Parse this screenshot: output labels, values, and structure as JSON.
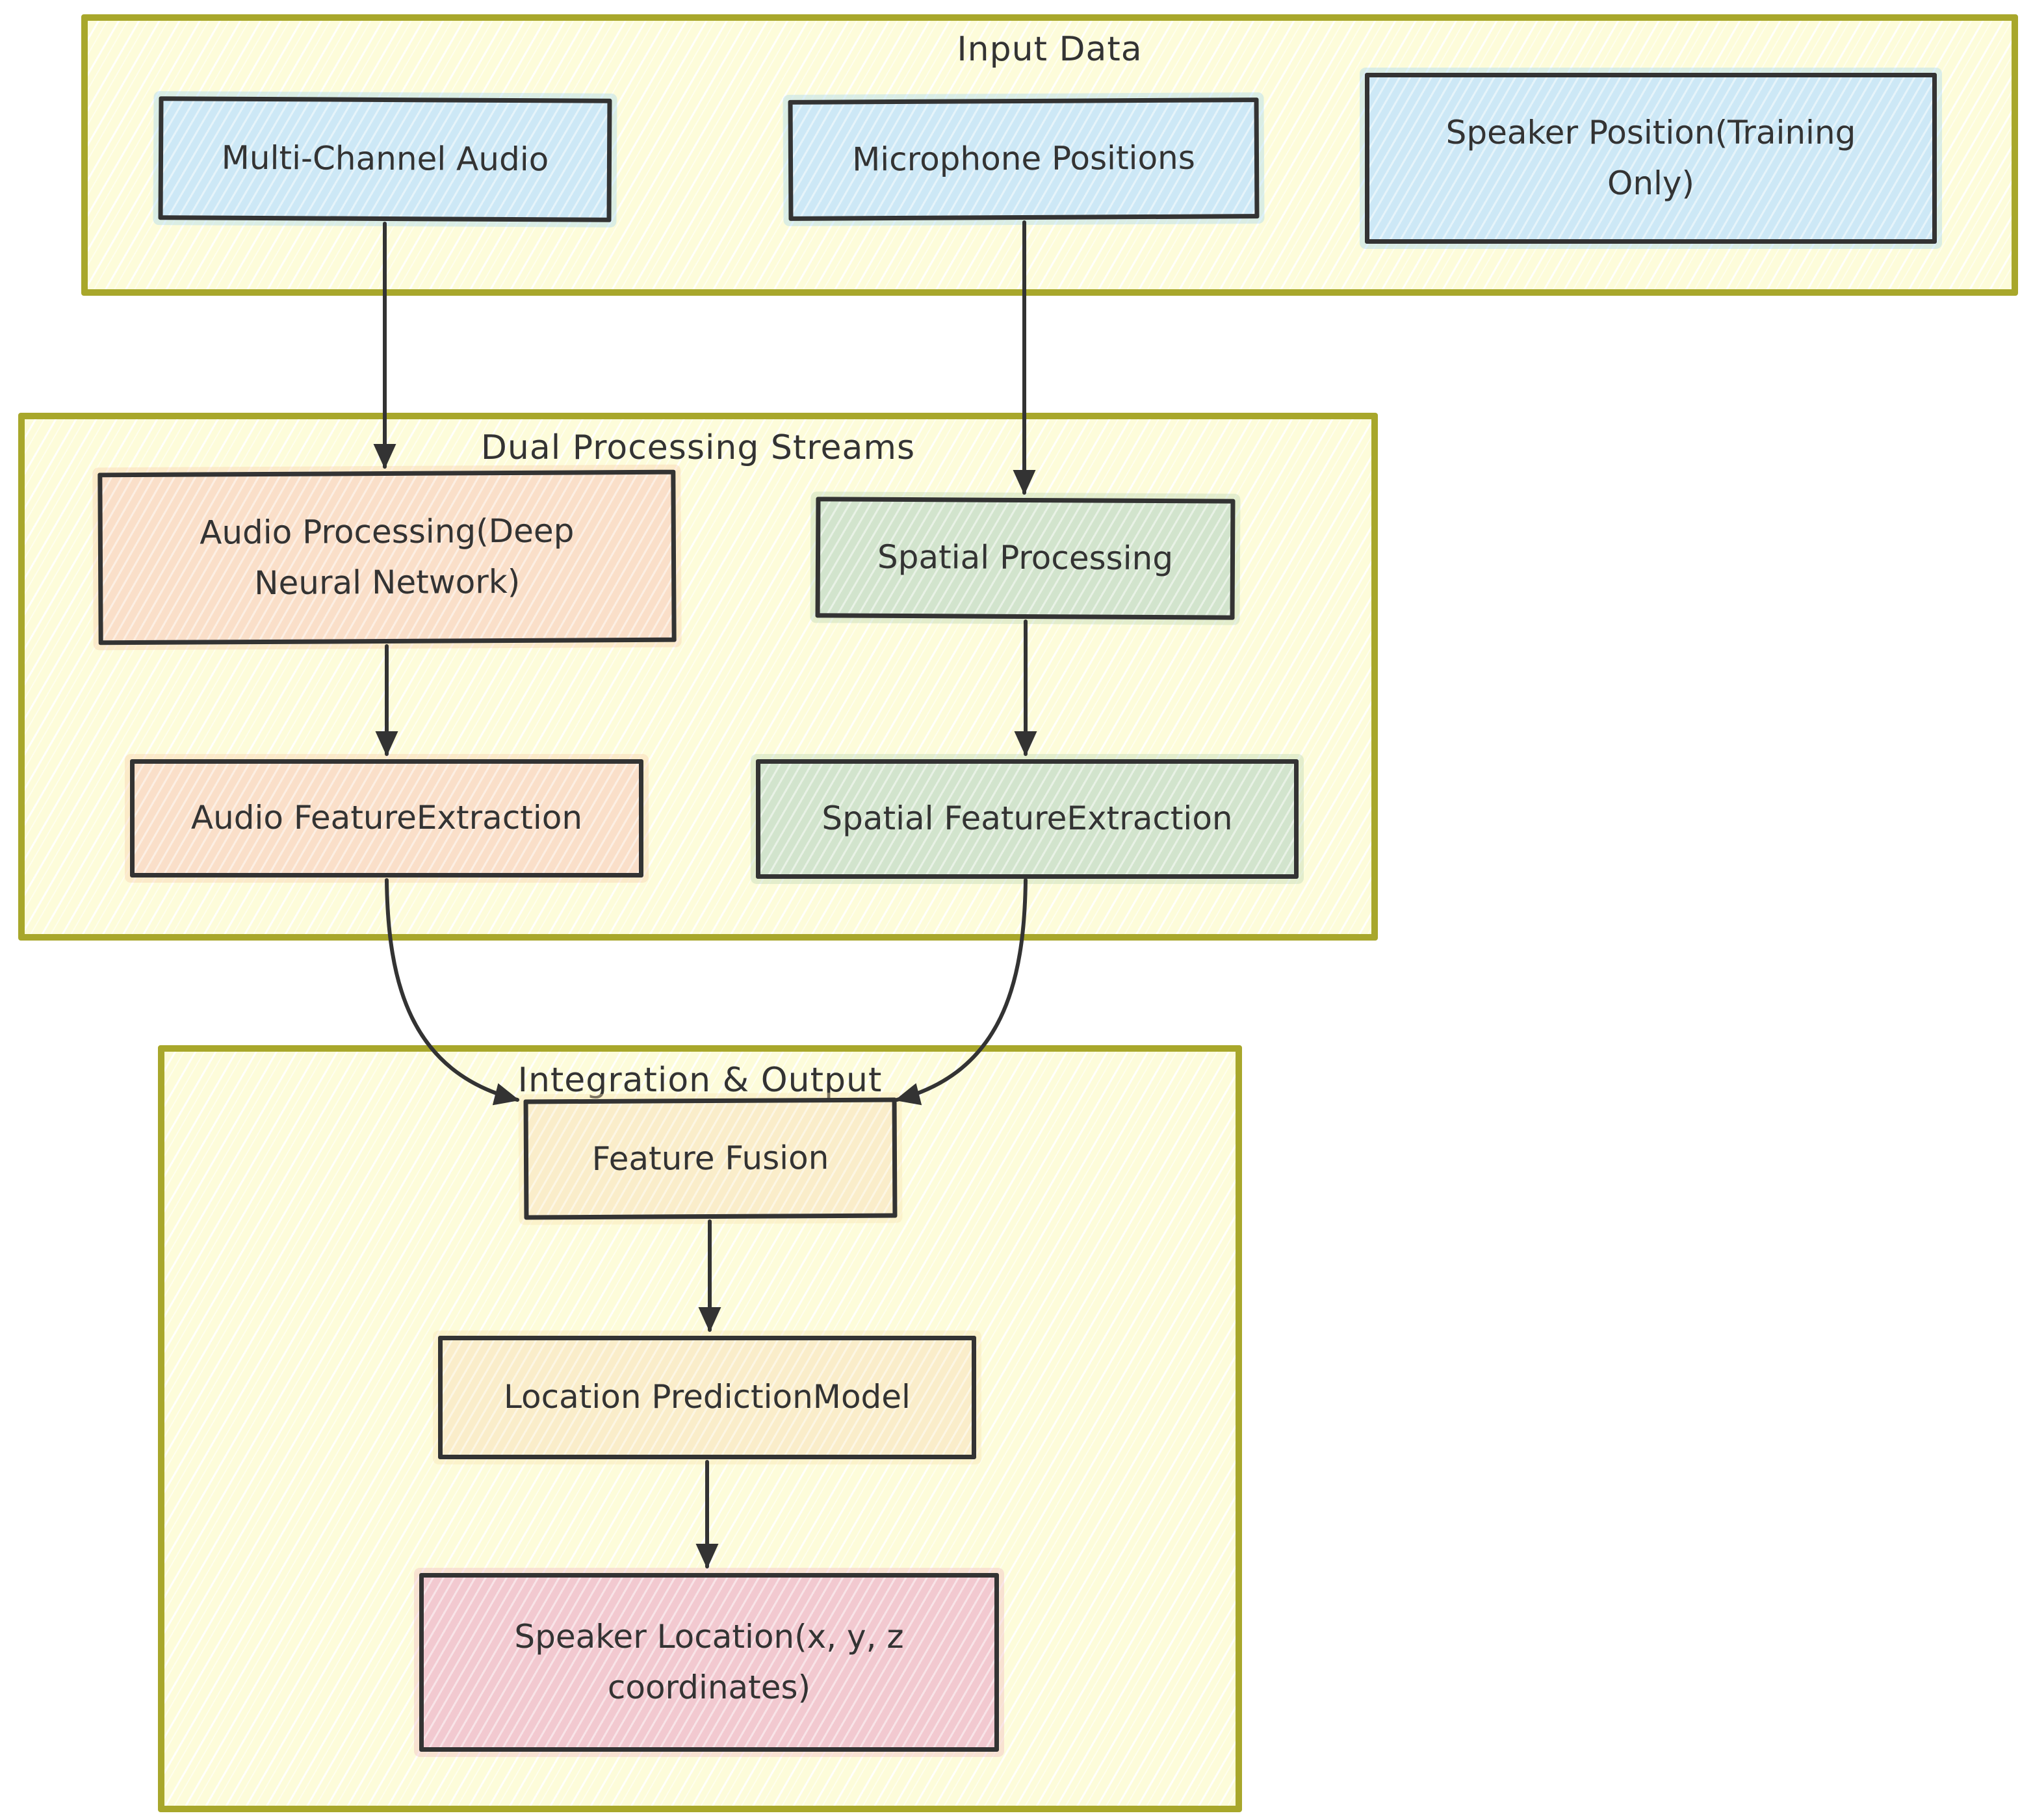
{
  "diagram": {
    "type": "flowchart",
    "containers": {
      "input_data": {
        "title": "Input Data"
      },
      "dual_processing": {
        "title": "Dual Processing Streams"
      },
      "integration_output": {
        "title": "Integration & Output"
      }
    },
    "nodes": {
      "multi_channel_audio": {
        "label": "Multi-Channel Audio"
      },
      "microphone_positions": {
        "label": "Microphone Positions"
      },
      "speaker_position": {
        "label": "Speaker Position(Training\nOnly)"
      },
      "audio_processing": {
        "label": "Audio Processing(Deep\nNeural Network)"
      },
      "spatial_processing": {
        "label": "Spatial Processing"
      },
      "audio_feature_extraction": {
        "label": "Audio FeatureExtraction"
      },
      "spatial_feature_extraction": {
        "label": "Spatial FeatureExtraction"
      },
      "feature_fusion": {
        "label": "Feature Fusion"
      },
      "location_prediction_model": {
        "label": "Location PredictionModel"
      },
      "speaker_location": {
        "label": "Speaker Location(x, y, z\ncoordinates)"
      }
    },
    "edges": [
      {
        "from": "multi_channel_audio",
        "to": "audio_processing"
      },
      {
        "from": "microphone_positions",
        "to": "spatial_processing"
      },
      {
        "from": "audio_processing",
        "to": "audio_feature_extraction"
      },
      {
        "from": "spatial_processing",
        "to": "spatial_feature_extraction"
      },
      {
        "from": "audio_feature_extraction",
        "to": "feature_fusion"
      },
      {
        "from": "spatial_feature_extraction",
        "to": "feature_fusion"
      },
      {
        "from": "feature_fusion",
        "to": "location_prediction_model"
      },
      {
        "from": "location_prediction_model",
        "to": "speaker_location"
      }
    ],
    "colors": {
      "ink": "#333333",
      "container_fill": "#fdfcda",
      "container_border": "#a8a72b",
      "blue_fill": "#cde8f6",
      "peach_fill": "#fadfc9",
      "green_fill": "#d2e4cd",
      "tan_fill": "#faedca",
      "pink_fill": "#f2c9d0"
    }
  }
}
